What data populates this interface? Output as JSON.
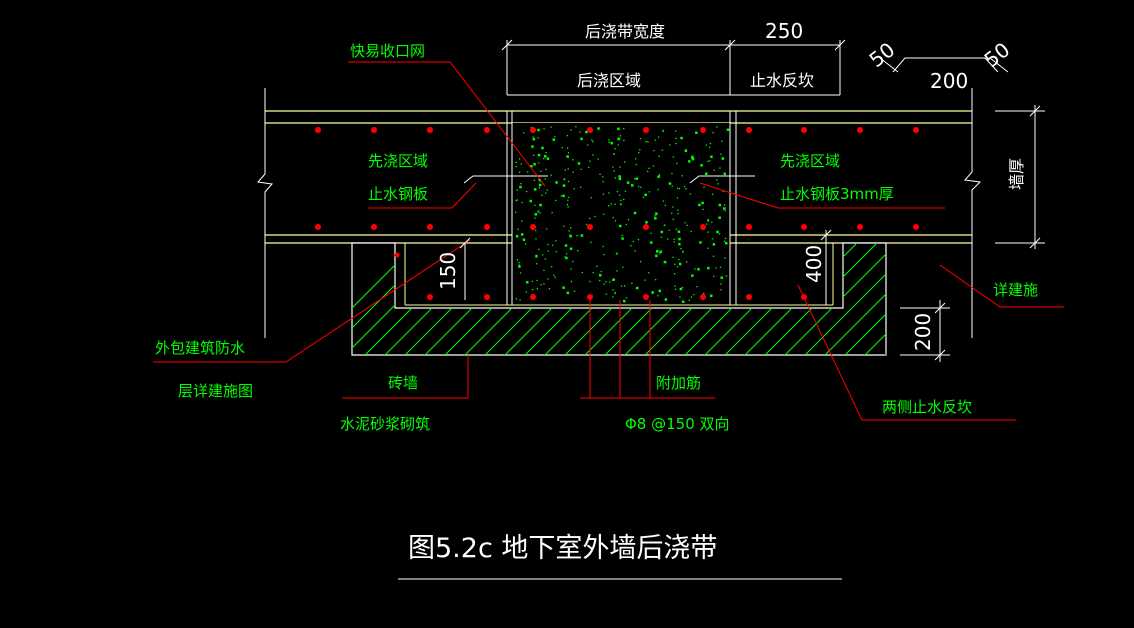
{
  "labels": {
    "houjiao_width": "后浇带宽度",
    "dim_250": "250",
    "dim_50_left": "50",
    "dim_50_right": "50",
    "dim_200_top": "200",
    "kuaiyi_shoukou": "快易收口网",
    "houjiao_area": "后浇区域",
    "zhishui_fanbian_top": "止水反坎",
    "xianjiao_left_1": "先浇区域",
    "xianjiao_left_2": "止水钢板",
    "xianjiao_right_1": "先浇区域",
    "xianjiao_right_2": "止水钢板3mm厚",
    "qiang_hou": "墙厚",
    "xiang_jianshi": "详建施",
    "dim_150": "150",
    "dim_400": "400",
    "dim_200_right": "200",
    "waibao_1": "外包建筑防水",
    "waibao_2": "层详建施图",
    "zhuanqiang": "砖墙",
    "shuini": "水泥砂浆砌筑",
    "fujia_jin": "附加筋",
    "rebar_spec": "Φ8 @150 双向",
    "liangce": "两侧止水反坎",
    "title": "图5.2c  地下室外墙后浇带"
  },
  "colors": {
    "background": "#000000",
    "leader": "#ff0000",
    "rebar": "#ff0000",
    "label": "#00ff00",
    "slab": "#ffff99",
    "hatch": "#00ff00",
    "concrete_fill": "#00ff00",
    "line": "#ffffff"
  }
}
